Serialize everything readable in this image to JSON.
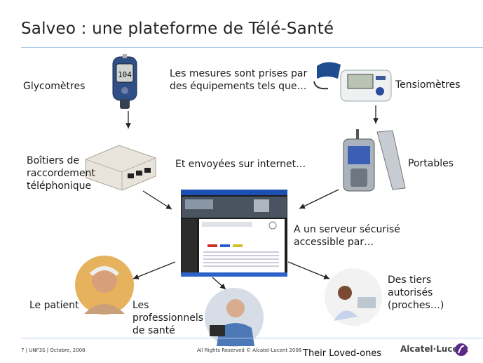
{
  "slide": {
    "title": "Salveo : une plateforme de Télé-Santé"
  },
  "labels": {
    "glycometres": "Glycomètres",
    "intro_line1": "Les mesures sont prises par",
    "intro_line2": "des équipements tels que…",
    "tensiometres": "Tensiomètres",
    "boitiers_line1": "Boîtiers de",
    "boitiers_line2": "raccordement",
    "boitiers_line3": "téléphonique",
    "envoyees": "Et envoyées sur internet…",
    "portables": "Portables",
    "serveur_line1": "A un serveur sécurisé",
    "serveur_line2": "accessible par…",
    "tiers_line1": "Des tiers",
    "tiers_line2": "autorisés",
    "tiers_line3": "(proches…)",
    "patient": "Le patient",
    "pros_line1": "Les",
    "pros_line2": "professionnels",
    "pros_line3": "de santé"
  },
  "devices": {
    "glucometer_display": "104"
  },
  "footer": {
    "left": "7  |  UNF3S  |  Octobre, 2008",
    "middle": "All Rights Reserved © Alcatel-Lucent 2008",
    "note": "Their Loved-ones",
    "brand": "Alcatel·Lucent"
  },
  "colors": {
    "rule": "#9ec4e6",
    "arrow": "#222222"
  }
}
